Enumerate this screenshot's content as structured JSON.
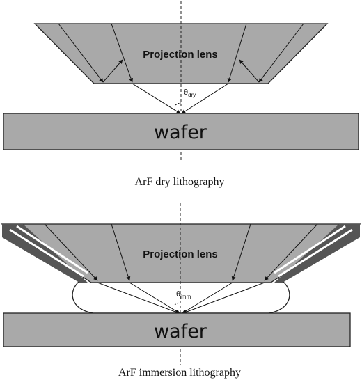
{
  "dry": {
    "lens_label": "Projection lens",
    "wafer_label": "wafer",
    "angle_symbol": "θ",
    "angle_subscript": "dry",
    "caption": "ArF dry lithography"
  },
  "immersion": {
    "lens_label": "Projection lens",
    "wafer_label": "wafer",
    "angle_symbol": "θ",
    "angle_subscript": "imm",
    "caption": "ArF immersion lithography"
  },
  "colors": {
    "lens_fill": "#a9a9a9",
    "wafer_fill": "#a9a9a9",
    "outline": "#222222",
    "dark_band": "#555555",
    "white_band": "#ffffff"
  }
}
